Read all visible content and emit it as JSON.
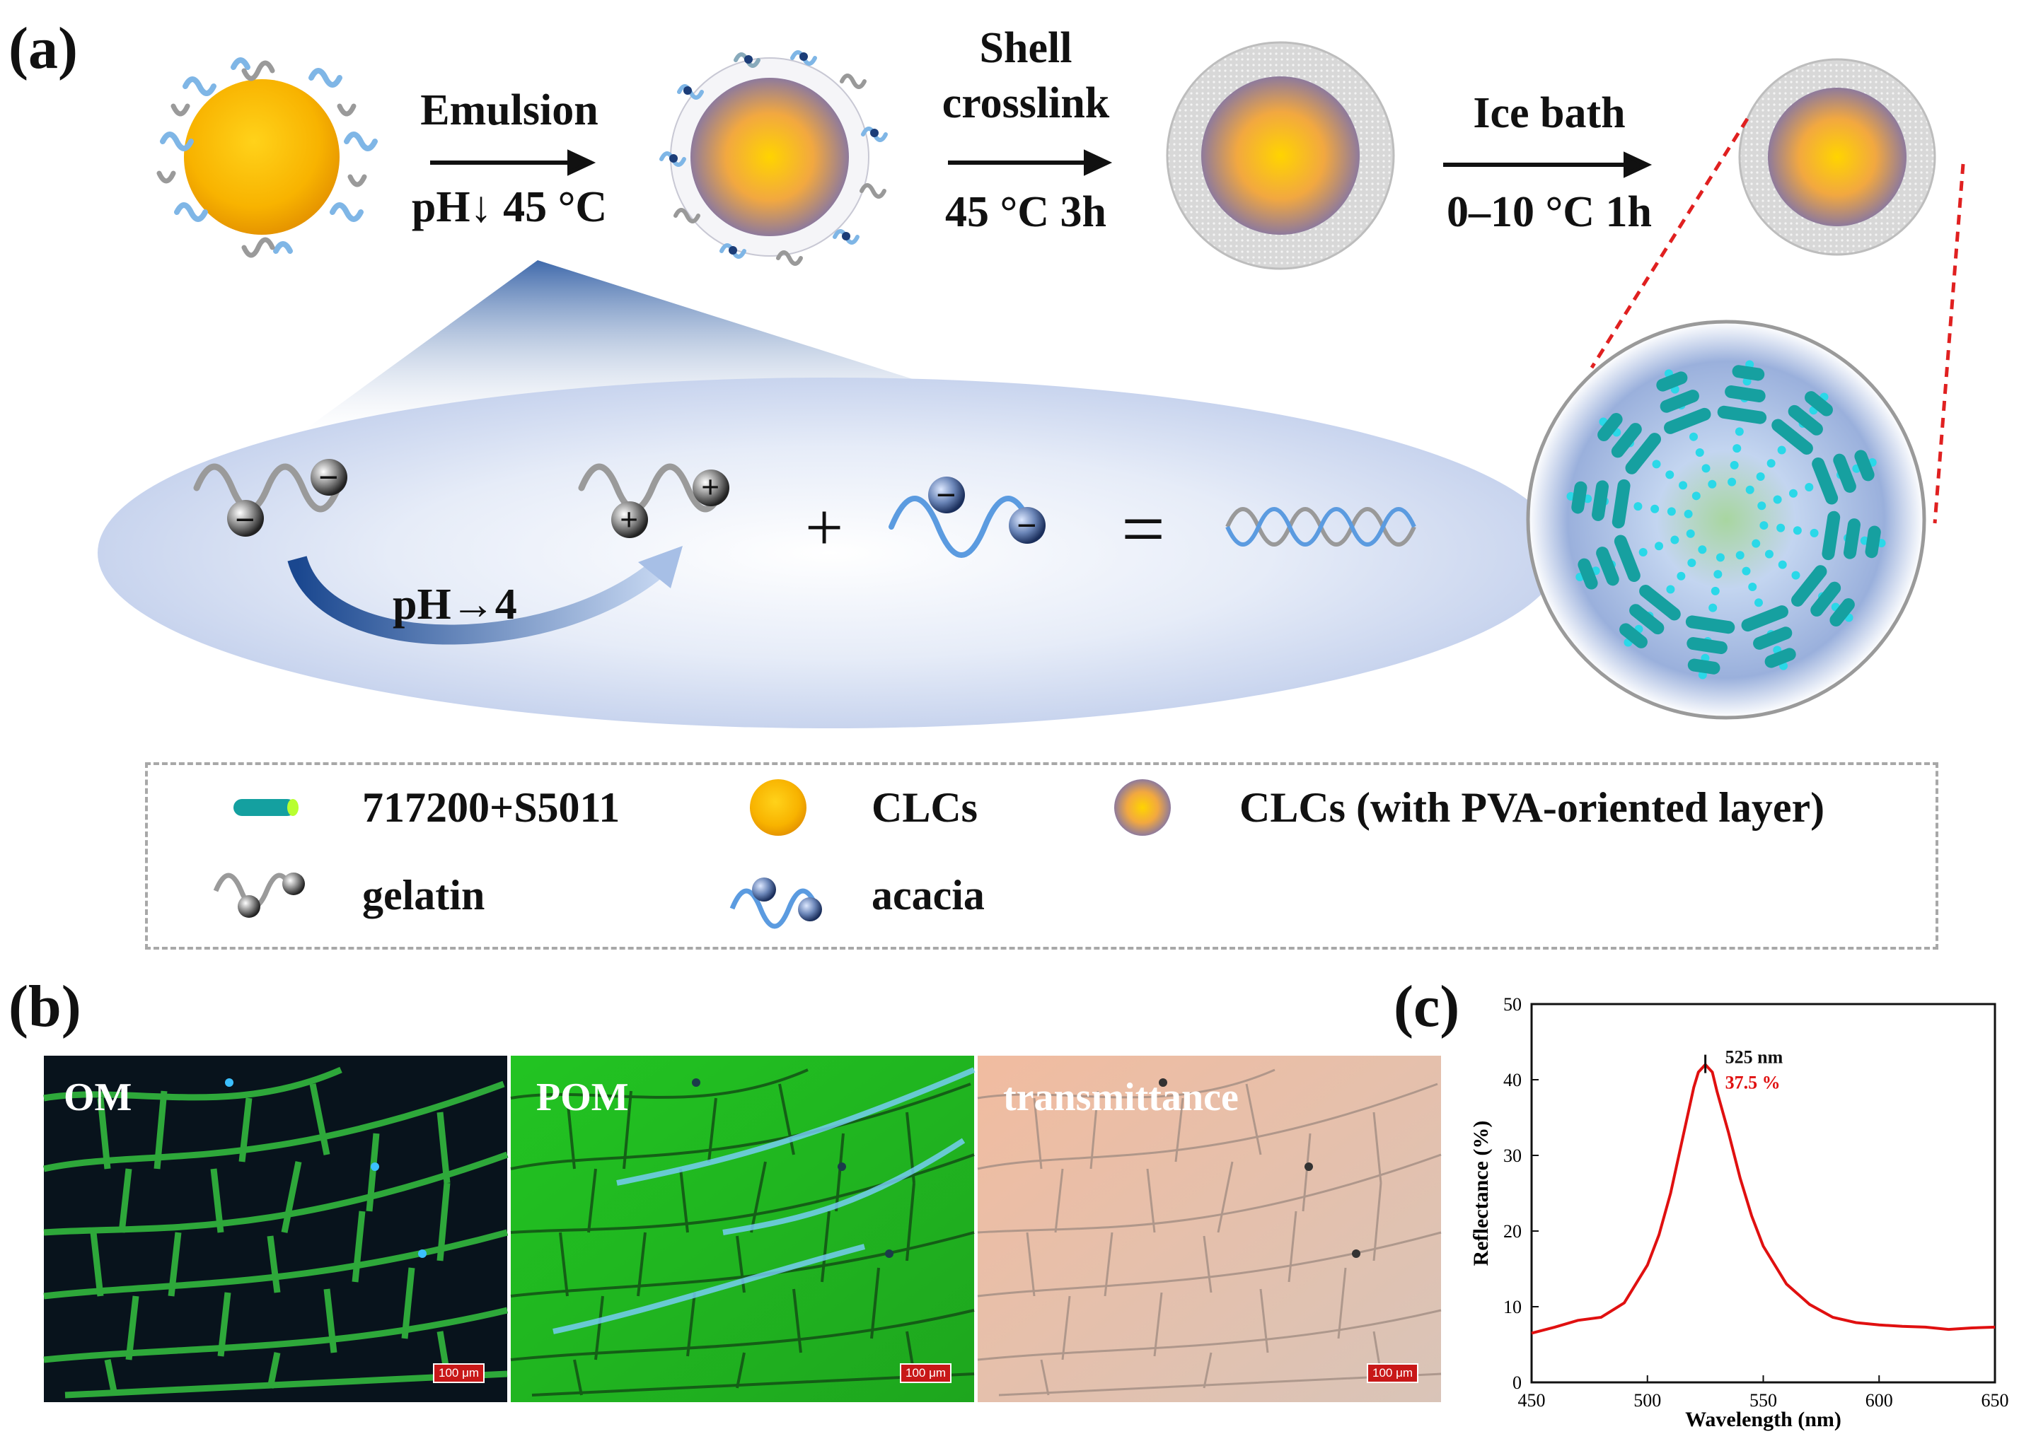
{
  "panel_a": {
    "letter": "(a)",
    "steps": [
      {
        "line1": "Emulsion",
        "line2": "pH↓ 45 °C"
      },
      {
        "line1": "Shell",
        "line2": "crosslink",
        "line3": "45 °C 3h"
      },
      {
        "line1": "Ice bath",
        "line2": "0–10 °C 1h"
      }
    ],
    "mechanism": {
      "ph_label": "pH→4",
      "plus_sign": "+",
      "equals_sign": "=",
      "charge_neg": "−",
      "charge_pos": "+"
    },
    "legend": {
      "lc_molecule": "717200+S5011",
      "clcs": "CLCs",
      "clcs_pva": "CLCs (with PVA-oriented layer)",
      "gelatin": "gelatin",
      "acacia": "acacia"
    }
  },
  "panel_b": {
    "letter": "(b)",
    "images": [
      {
        "label": "OM",
        "scale": "100 μm"
      },
      {
        "label": "POM",
        "scale": "100 μm"
      },
      {
        "label": "transmittance",
        "scale": "100 μm"
      }
    ]
  },
  "panel_c": {
    "letter": "(c)"
  },
  "colors": {
    "clc_core": "#f5a800",
    "lc_teal": "#16a0a0",
    "arrow_blue": "#2a5aa8",
    "curve_red": "#e01010",
    "om_green": "#2ea83a",
    "pom_green": "#22b422"
  },
  "chart_data": {
    "type": "line",
    "xlabel": "Wavelength (nm)",
    "ylabel": "Reflectance (%)",
    "xlim": [
      450,
      650
    ],
    "ylim": [
      0,
      50
    ],
    "xticks": [
      450,
      500,
      550,
      600,
      650
    ],
    "yticks": [
      0,
      10,
      20,
      30,
      40,
      50
    ],
    "grid": false,
    "annotation": {
      "peak_wavelength": "525 nm",
      "peak_reflectance": "37.5 %"
    },
    "series": [
      {
        "x": [
          450,
          460,
          470,
          480,
          490,
          500,
          505,
          510,
          515,
          520,
          522,
          525,
          528,
          530,
          535,
          540,
          545,
          550,
          560,
          570,
          580,
          590,
          600,
          610,
          620,
          630,
          640,
          650
        ],
        "values": [
          6.5,
          7.3,
          8.2,
          8.6,
          10.5,
          15.5,
          19.5,
          25.0,
          32.0,
          39.0,
          41.0,
          42.0,
          41.0,
          38.5,
          33.0,
          27.0,
          22.0,
          18.0,
          13.0,
          10.3,
          8.6,
          7.9,
          7.6,
          7.4,
          7.3,
          7.0,
          7.2,
          7.3
        ]
      }
    ]
  }
}
